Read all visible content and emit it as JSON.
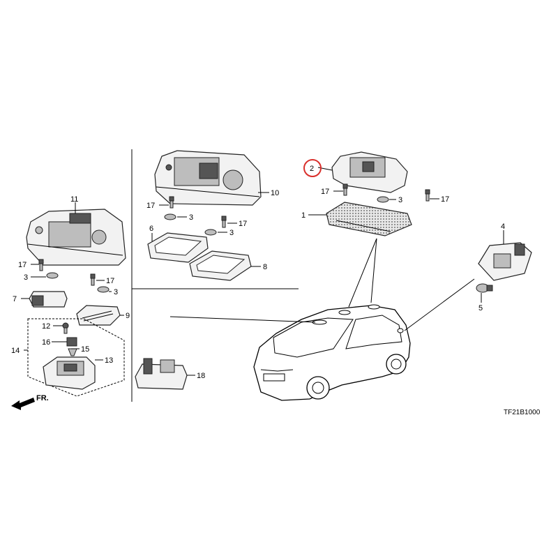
{
  "labels": {
    "c1": "1",
    "c2": "2",
    "c3a": "3",
    "c3b": "3",
    "c3c": "3",
    "c3d": "3",
    "c4": "4",
    "c5": "5",
    "c6": "6",
    "c7": "7",
    "c8": "8",
    "c9": "9",
    "c10": "10",
    "c11": "11",
    "c12": "12",
    "c13": "13",
    "c14": "14",
    "c15": "15",
    "c16": "16",
    "c17a": "17",
    "c17b": "17",
    "c17c": "17",
    "c17d": "17",
    "c17e": "17",
    "c17f": "17",
    "c18": "18"
  },
  "front_marker": "FR.",
  "diagram_code": "TF21B1000",
  "highlight_color": "#d9302c"
}
